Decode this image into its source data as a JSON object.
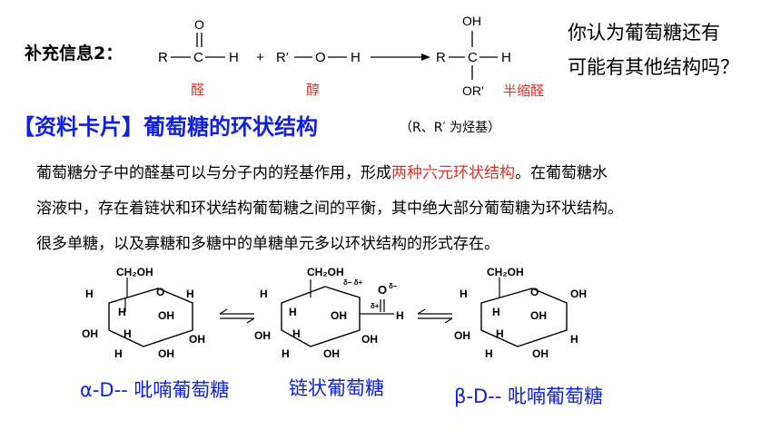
{
  "supplement": {
    "label": "补充信息2：",
    "aldehyde": {
      "R": "R",
      "O": "O",
      "C": "C",
      "H": "H",
      "name": "醛"
    },
    "plus": "+",
    "alcohol": {
      "R": "R′",
      "O": "O",
      "H": "H",
      "name": "醇"
    },
    "hemiacetal": {
      "R": "R",
      "OH": "OH",
      "C": "C",
      "H": "H",
      "OR": "OR′",
      "name": "半缩醛"
    }
  },
  "question": {
    "line1": "你认为葡萄糖还有",
    "line2": "可能有其他结构吗？"
  },
  "card": {
    "title": "【资料卡片】葡萄糖的环状结构",
    "note": "（R、R′ 为烃基）"
  },
  "paragraph": {
    "line1_pre": "葡萄糖分子中的醛基可以与分子内的羟基作用，形成",
    "line1_highlight": "两种六元环状结构",
    "line1_post": "。在葡萄糖水",
    "line2": "溶液中，存在着链状和环状结构葡萄糖之间的平衡，其中绝大部分葡萄糖为环状结构。",
    "line3": "很多单糖，以及寡糖和多糖中的单糖单元多以环状结构的形式存在。"
  },
  "molecules": {
    "ch2oh": "CH₂OH",
    "H": "H",
    "OH": "OH",
    "O": "O",
    "delta_plus": "δ+",
    "delta_minus": "δ−",
    "delta_pp": "δ− δ+",
    "alpha_name": "α-D-- 吡喃葡萄糖",
    "chain_name": "链状葡萄糖",
    "beta_name": "β-D-- 吡喃葡萄糖"
  }
}
